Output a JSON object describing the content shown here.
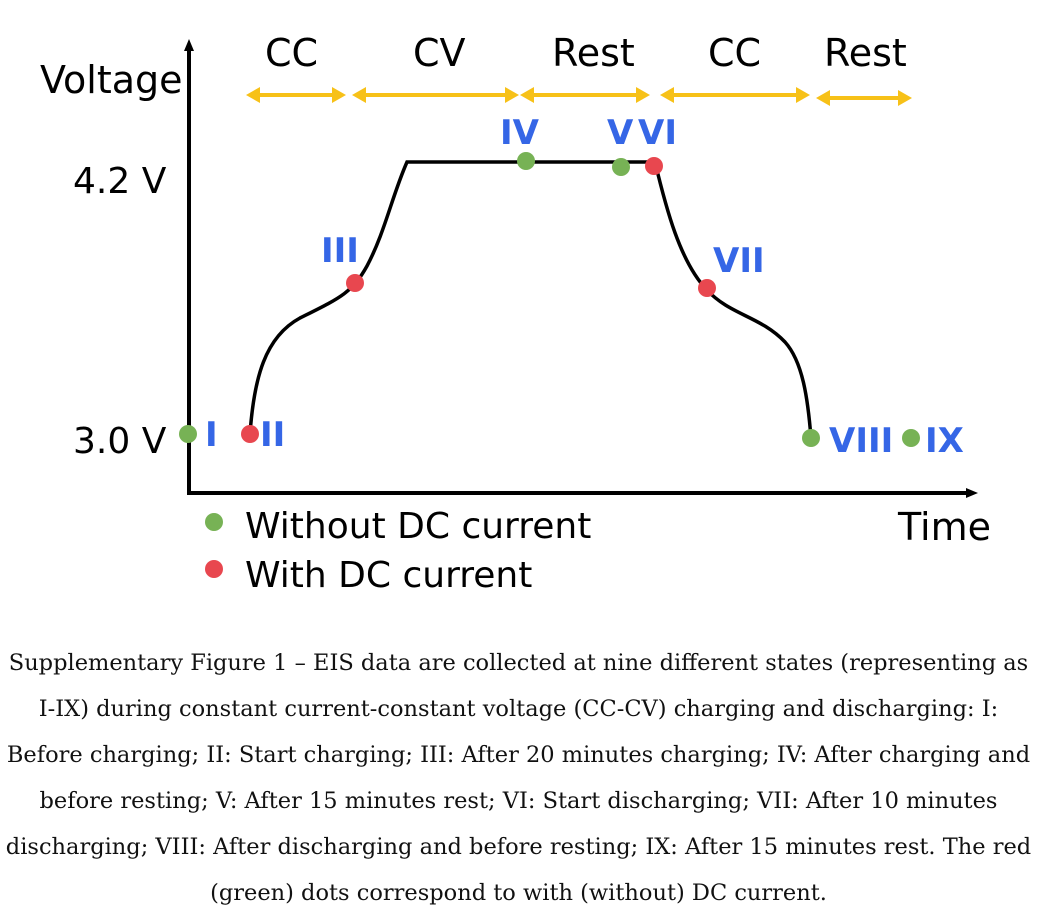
{
  "figure": {
    "y_axis_label": "Voltage",
    "x_axis_label": "Time",
    "y_ticks": [
      "4.2 V",
      "3.0 V"
    ],
    "phases": [
      "CC",
      "CV",
      "Rest",
      "CC",
      "Rest"
    ],
    "states": [
      "I",
      "II",
      "III",
      "IV",
      "V",
      "VI",
      "VII",
      "VIII",
      "IX"
    ],
    "legend": {
      "without_dc": "Without DC current",
      "with_dc": "With DC current"
    },
    "colors": {
      "green_dot": "#77b255",
      "red_dot": "#e8474f",
      "arrow": "#f7c118",
      "label_blue": "#3566e6",
      "curve": "#000000"
    }
  },
  "caption": {
    "lines": [
      "Supplementary Figure 1 – EIS data are collected at nine different states (representing as",
      "I-IX) during constant current-constant voltage (CC-CV) charging and discharging: I:",
      "Before charging; II: Start charging; III: After 20 minutes charging; IV: After charging and",
      "before resting; V: After 15 minutes rest; VI: Start discharging; VII: After 10 minutes",
      "discharging; VIII: After discharging and before resting; IX: After 15 minutes rest. The red",
      "(green) dots correspond to with (without) DC current."
    ]
  }
}
